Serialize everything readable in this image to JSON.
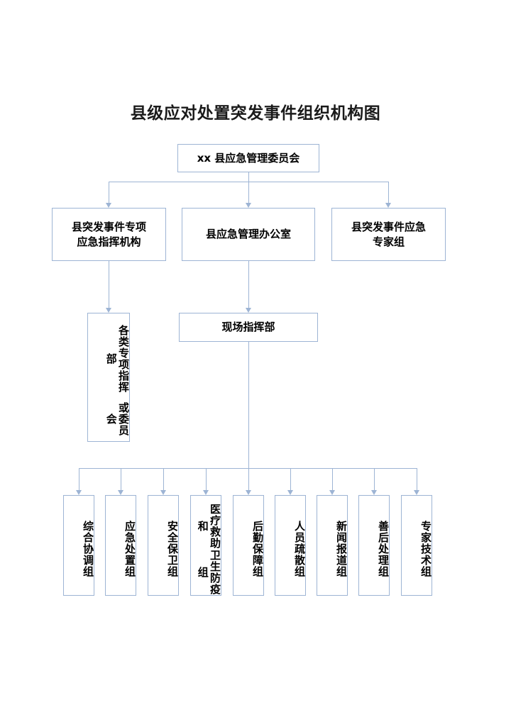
{
  "title": "县级应对处置突发事件组织机构图",
  "nodes": {
    "root": {
      "label": "xx 县应急管理委员会"
    },
    "level2": [
      {
        "label": "县突发事件专项\n应急指挥机构"
      },
      {
        "label": "县应急管理办公室"
      },
      {
        "label": "县突发事件应急\n专家组"
      }
    ],
    "level3_left": {
      "col_right": "各类专项指挥部",
      "col_left": "或委员会"
    },
    "level3_center": {
      "label": "现场指挥部"
    },
    "groups": [
      {
        "label": "综合协调组",
        "columns": [
          "综合协调组"
        ]
      },
      {
        "label": "应急处置组",
        "columns": [
          "应急处置组"
        ]
      },
      {
        "label": "安全保卫组",
        "columns": [
          "安全保卫组"
        ]
      },
      {
        "label": "医疗救助和卫生防疫组",
        "columns": [
          "医疗救助和",
          "卫生防疫组"
        ]
      },
      {
        "label": "后勤保障组",
        "columns": [
          "后勤保障组"
        ]
      },
      {
        "label": "人员疏散组",
        "columns": [
          "人员疏散组"
        ]
      },
      {
        "label": "新闻报道组",
        "columns": [
          "新闻报道组"
        ]
      },
      {
        "label": "善后处理组",
        "columns": [
          "善后处理组"
        ]
      },
      {
        "label": "专家技术组",
        "columns": [
          "专家技术组"
        ]
      }
    ]
  },
  "colors": {
    "border": "#9db4d4",
    "connector": "#9db4d4",
    "text": "#000000",
    "background": "#ffffff"
  }
}
